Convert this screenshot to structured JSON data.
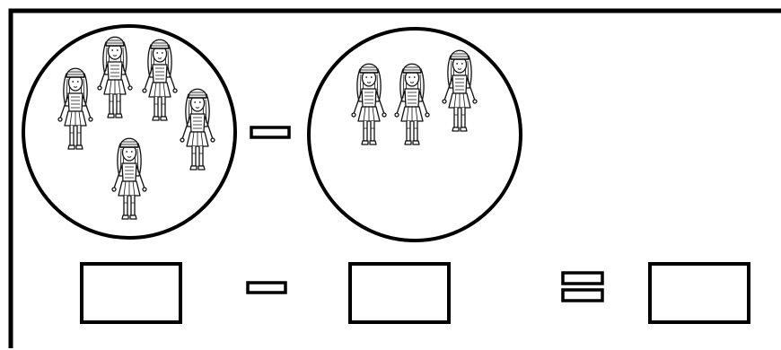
{
  "worksheet": {
    "left_group": {
      "doll_count": 5,
      "icon": "doll-icon"
    },
    "right_group": {
      "doll_count": 3,
      "icon": "doll-icon"
    },
    "operators": {
      "top": "minus",
      "bottom_left": "minus",
      "bottom_right": "equals"
    },
    "answer_boxes": [
      {
        "value": ""
      },
      {
        "value": ""
      },
      {
        "value": ""
      }
    ]
  }
}
